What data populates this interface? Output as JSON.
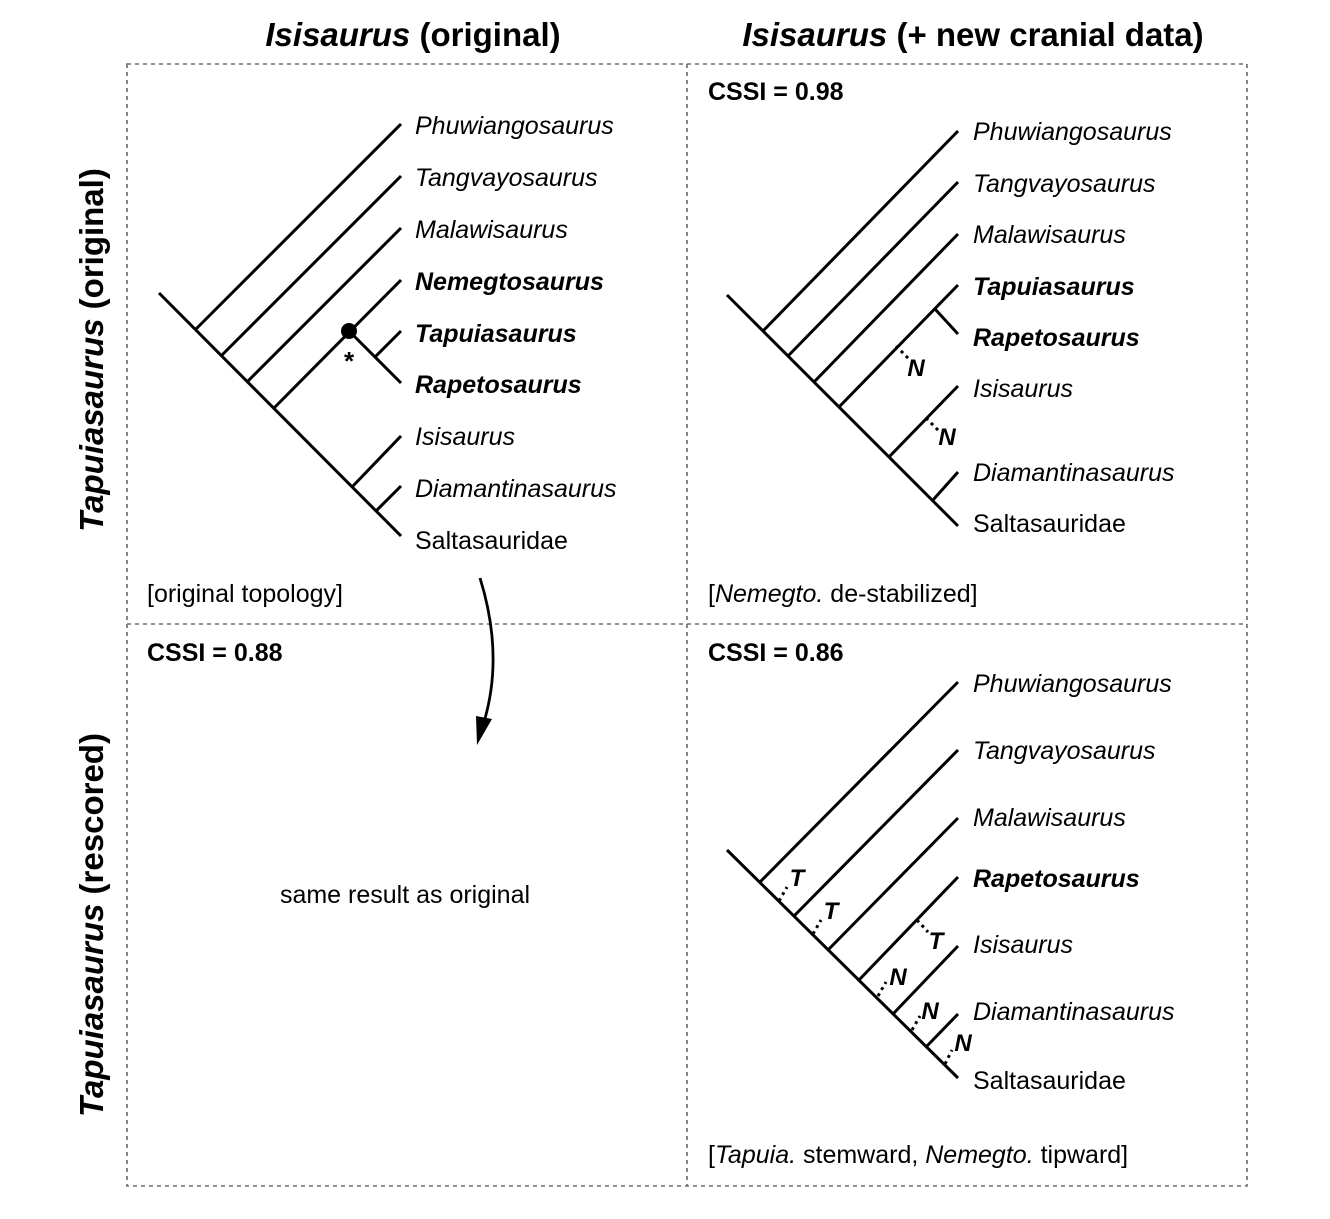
{
  "headers": {
    "col1": {
      "italic": "Isisaurus",
      "rest": " (original)"
    },
    "col2": {
      "italic": "Isisaurus",
      "rest": " (+ new cranial data)"
    },
    "row1": {
      "italic": "Tapuiasaurus",
      "rest": " (original)"
    },
    "row2": {
      "italic": "Tapuiasaurus",
      "rest": " (rescored)"
    }
  },
  "panel_tl": {
    "taxa": [
      {
        "name": "Phuwiangosaurus",
        "bold": false,
        "italic": true
      },
      {
        "name": "Tangvayosaurus",
        "bold": false,
        "italic": true
      },
      {
        "name": "Malawisaurus",
        "bold": false,
        "italic": true
      },
      {
        "name": "Nemegtosaurus",
        "bold": true,
        "italic": true
      },
      {
        "name": "Tapuiasaurus",
        "bold": true,
        "italic": true
      },
      {
        "name": "Rapetosaurus",
        "bold": true,
        "italic": true
      },
      {
        "name": "Isisaurus",
        "bold": false,
        "italic": true
      },
      {
        "name": "Diamantinasaurus",
        "bold": false,
        "italic": true
      },
      {
        "name": "Saltasauridae",
        "bold": false,
        "italic": false
      }
    ],
    "node_marker": "*",
    "caption": "[original topology]"
  },
  "panel_tr": {
    "cssi": "CSSI = 0.98",
    "taxa": [
      {
        "name": "Phuwiangosaurus",
        "bold": false,
        "italic": true
      },
      {
        "name": "Tangvayosaurus",
        "bold": false,
        "italic": true
      },
      {
        "name": "Malawisaurus",
        "bold": false,
        "italic": true
      },
      {
        "name": "Tapuiasaurus",
        "bold": true,
        "italic": true
      },
      {
        "name": "Rapetosaurus",
        "bold": true,
        "italic": true
      },
      {
        "name": "Isisaurus",
        "bold": false,
        "italic": true
      },
      {
        "name": "Diamantinasaurus",
        "bold": false,
        "italic": true
      },
      {
        "name": "Saltasauridae",
        "bold": false,
        "italic": false
      }
    ],
    "markers": [
      "N",
      "N"
    ],
    "caption": {
      "open": "[",
      "italic": "Nemegto.",
      "rest": " de-stabilized]"
    }
  },
  "panel_bl": {
    "cssi": "CSSI = 0.88",
    "text": "same result as original"
  },
  "panel_br": {
    "cssi": "CSSI = 0.86",
    "taxa": [
      {
        "name": "Phuwiangosaurus",
        "bold": false,
        "italic": true
      },
      {
        "name": "Tangvayosaurus",
        "bold": false,
        "italic": true
      },
      {
        "name": "Malawisaurus",
        "bold": false,
        "italic": true
      },
      {
        "name": "Rapetosaurus",
        "bold": true,
        "italic": true
      },
      {
        "name": "Isisaurus",
        "bold": false,
        "italic": true
      },
      {
        "name": "Diamantinasaurus",
        "bold": false,
        "italic": true
      },
      {
        "name": "Saltasauridae",
        "bold": false,
        "italic": false
      }
    ],
    "markers": [
      "T",
      "T",
      "T",
      "N",
      "N",
      "N"
    ],
    "caption": {
      "open": "[",
      "italic1": "Tapuia.",
      "mid": " stemward, ",
      "italic2": "Nemegto.",
      "rest": " tipward]"
    }
  }
}
